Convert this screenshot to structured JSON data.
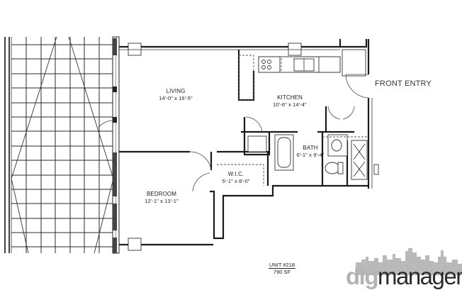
{
  "floor_plan": {
    "unit": {
      "number": "UNIT #218",
      "area": "790 SF"
    },
    "front_entry_label": "FRONT ENTRY",
    "rooms": [
      {
        "name": "LIVING",
        "dimensions": "14'-0\" x 16'-5\""
      },
      {
        "name": "KITCHEN",
        "dimensions": "10'-6\" x 14'-4\""
      },
      {
        "name": "BATH",
        "dimensions": "6'-1\" x 9'-4\""
      },
      {
        "name": "W.I.C.",
        "dimensions": "5'-1\" x 8'-0\""
      },
      {
        "name": "BEDROOM",
        "dimensions": "12'-1\" x 13'-1\""
      }
    ],
    "fixtures": [
      "range",
      "sink",
      "dishwasher",
      "washer-dryer",
      "bathtub",
      "vanity-sink",
      "toilet",
      "shower"
    ]
  },
  "branding": {
    "logo_prefix": "dlg",
    "logo_suffix": "managemen",
    "prefix_color": "#b4b4b4",
    "suffix_color": "#2a2a2a",
    "skyline_color": "#b9b9b9"
  }
}
